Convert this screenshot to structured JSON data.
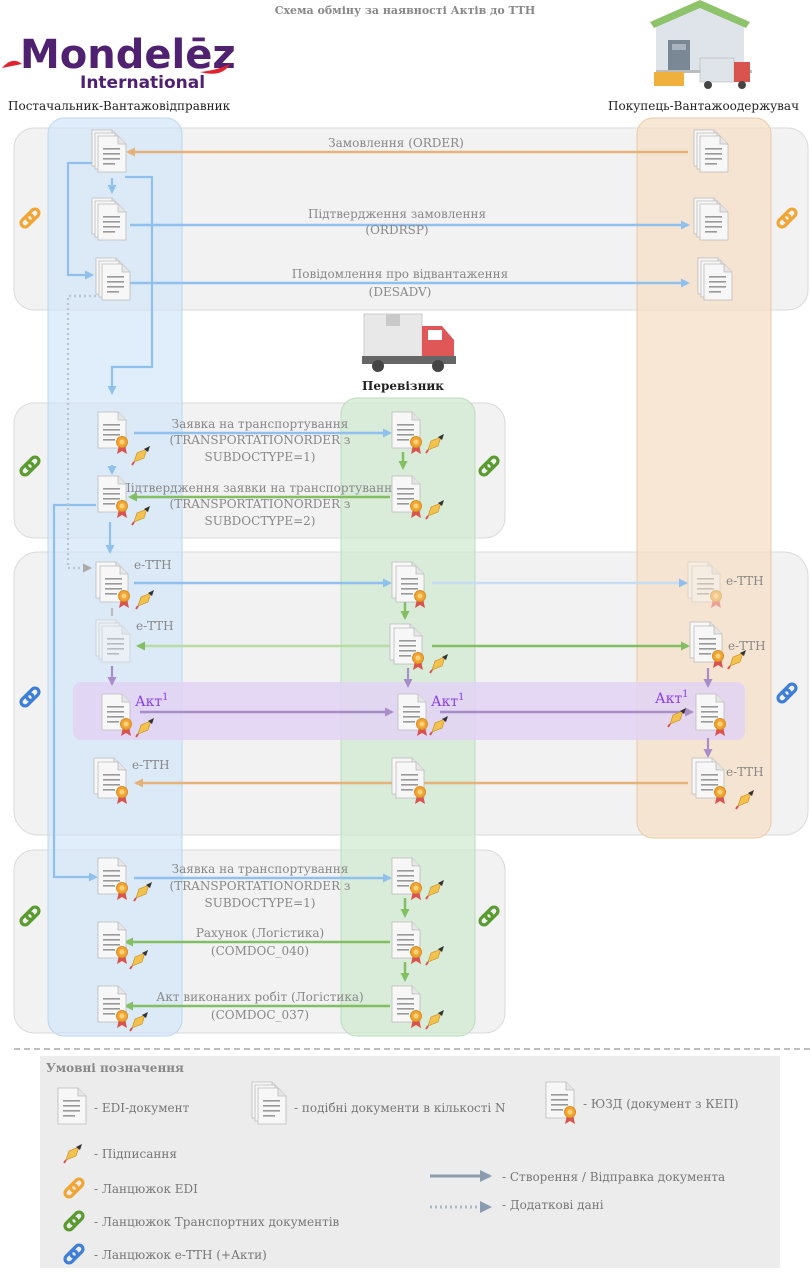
{
  "title": "Схема обміну за наявності Актів до ТТН",
  "logo": {
    "main": "Mondelēz",
    "sub": "International"
  },
  "actors": {
    "supplier": "Постачальник-Вантажовідправник",
    "buyer": "Покупець-Вантажоодержувач",
    "carrier": "Перевізник"
  },
  "messages": {
    "order": {
      "l1": "Замовлення (ORDER)"
    },
    "ordrsp": {
      "l1": "Підтвердження замовлення",
      "l2": "(ORDRSP)"
    },
    "desadv": {
      "l1": "Повідомлення про відвантаження",
      "l2": "(DESADV)"
    },
    "transport1": {
      "l1": "Заявка на транспортування",
      "l2": "(TRANSPORTATIONORDER з",
      "l3": "SUBDOCTYPE=1)"
    },
    "transport_confirm": {
      "l1": "Підтвердження заявки на транспортування",
      "l2": "(TRANSPORTATIONORDER з",
      "l3": "SUBDOCTYPE=2)"
    },
    "transport2": {
      "l1": "Заявка на транспортування",
      "l2": "(TRANSPORTATIONORDER з",
      "l3": "SUBDOCTYPE=1)"
    },
    "invoice": {
      "l1": "Рахунок (Логістика)",
      "l2": "(COMDOC_040)"
    },
    "act_works": {
      "l1": "Акт виконаних робіт (Логістика)",
      "l2": "(COMDOC_037)"
    }
  },
  "doc_labels": {
    "ettn": "е-ТТН",
    "akt": "Акт",
    "akt_sup": "1"
  },
  "legend": {
    "title": "Умовні позначення",
    "edi": "-  EDI-документ",
    "similar": "-  подібні документи в кількості N",
    "yuzd": "-  ЮЗД (документ з КЕП)",
    "signing": "-  Підписання",
    "chain_edi": "-  Ланцюжок EDI",
    "chain_transport": "-  Ланцюжок Транспортних документів",
    "chain_ettn": "-  Ланцюжок е-ТТН (+Акти)",
    "create_send": "-  Створення / Відправка документа",
    "additional": "-  Додаткові дані"
  },
  "colors": {
    "brand_purple": "#4f2170",
    "brand_red": "#e1232f",
    "blue_arrow": "#8fc0ee",
    "green_arrow": "#82bf62",
    "orange_arrow": "#e5b27a",
    "purple_arrow": "#a98dc9",
    "lane_blue": "#cfe3f7",
    "lane_green": "#cfe8cf",
    "lane_orange": "#f6dfc7",
    "band_purple": "#e2d4f5",
    "chain_orange": "#f0a535",
    "chain_green": "#5a9b30",
    "chain_blue": "#3d7fd6"
  }
}
